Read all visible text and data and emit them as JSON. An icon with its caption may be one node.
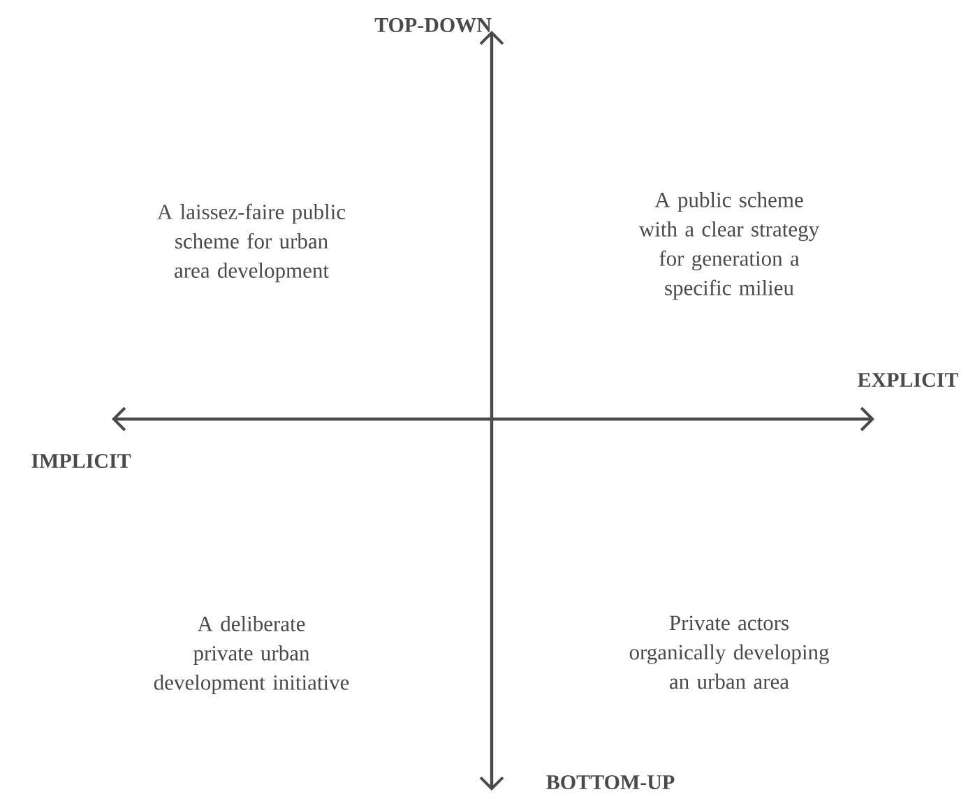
{
  "diagram": {
    "labels": [
      "TOP-DOWN",
      "A laissez-faire public scheme for urban area development",
      "A public scheme with a clear strategy for generation a specific milieu",
      "EXPLICIT",
      "IMPLICIT",
      "A deliberate private urban development initiative",
      "Private actors organically developing an urban area",
      "BOTTOM-UP"
    ]
  }
}
